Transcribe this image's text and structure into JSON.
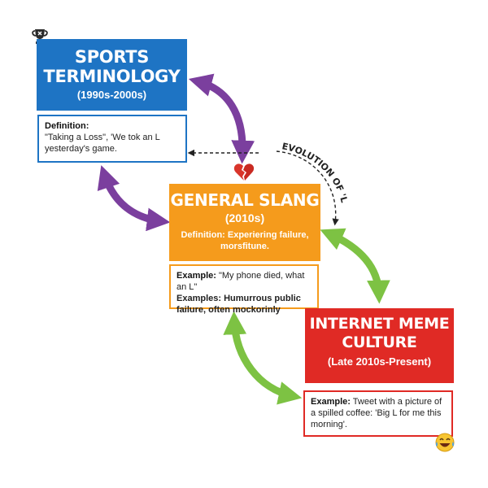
{
  "stages": {
    "sports": {
      "title_line1": "SPORTS",
      "title_line2": "TERMINOLOGY",
      "period": "(1990s-2000s)",
      "definition_label": "Definition:",
      "definition_text": "\"Taking a Loss\", 'We tok an L yesterday's game.",
      "color": "#1e74c4",
      "icon": "trophy-icon"
    },
    "slang": {
      "title": "GENERAL SLANG",
      "period": "(2010s)",
      "definition": "Definition: Experiering failure, morsfitune.",
      "example_label": "Example:",
      "example_text": "\"My phone died, what an L\"",
      "examples_line": "Examples: Humurrous public failure, often mockorinly",
      "color": "#f59b1c",
      "icon": "broken-heart-icon"
    },
    "meme": {
      "title_line1": "INTERNET MEME",
      "title_line2": "CULTURE",
      "period": "(Late 2010s-Present)",
      "example_label": "Example:",
      "example_text": "Tweet with a picture of a spilled coffee: 'Big L for me this morning'.",
      "color": "#e02a25",
      "icon": "laughing-tears-icon"
    }
  },
  "evolution_label": "EVOLUTION OF 'L",
  "arrow_colors": {
    "sports_slang": "#7b3f9e",
    "slang_meme": "#7dc243"
  }
}
